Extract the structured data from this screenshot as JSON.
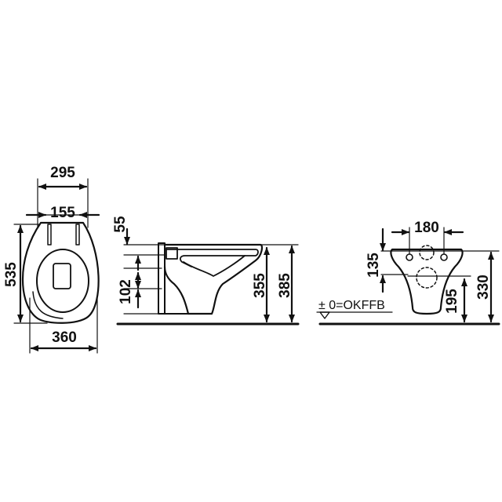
{
  "top_view": {
    "dim_width_top": "295",
    "dim_holes": "155",
    "dim_length": "535",
    "dim_width_bottom": "360"
  },
  "side_view": {
    "dim_upper": "55",
    "dim_lower": "102",
    "dim_height_rim": "355",
    "dim_height_total": "385"
  },
  "front_view": {
    "dim_holes": "180",
    "dim_hole_height": "135",
    "dim_outlet_height": "195",
    "dim_height": "330",
    "floor_reference": "± 0=OKFFB"
  },
  "colors": {
    "ink": "#111111",
    "background": "#ffffff"
  }
}
